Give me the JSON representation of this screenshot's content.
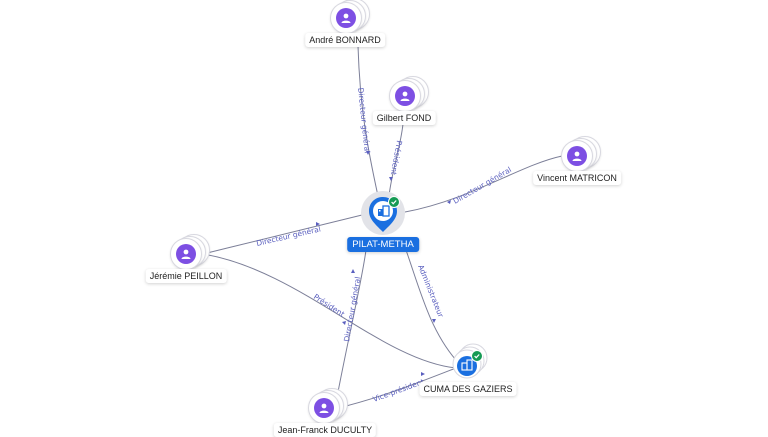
{
  "center": {
    "name": "PILAT-METHA",
    "verified": true,
    "color": "#1a6fe0"
  },
  "company2": {
    "name": "CUMA DES GAZIERS",
    "verified": true,
    "color": "#1a6fe0"
  },
  "persons": {
    "andre": {
      "name": "André BONNARD"
    },
    "gilbert": {
      "name": "Gilbert FOND"
    },
    "vincent": {
      "name": "Vincent MATRICON"
    },
    "jeremie": {
      "name": "Jérémie PEILLON"
    },
    "jeanfranck": {
      "name": "Jean-Franck DUCULTY"
    }
  },
  "relations": {
    "andre_dg": "Directeur général",
    "gilbert_pres": "Président",
    "vincent_dg": "Directeur général",
    "jeremie_dg": "Directeur général",
    "jeremie_pres": "Président",
    "jeanfranck_dg": "Directeur général",
    "jeanfranck_vp": "Vice-président",
    "cuma_admin": "Administrateur"
  },
  "colors": {
    "person_avatar": "#7d4fe3",
    "verified_badge": "#159a54",
    "edge": "#7c7f98",
    "edge_label": "#5a5fbf"
  },
  "icons": {
    "person": "person-icon",
    "company": "building-icon",
    "verified": "check-icon"
  }
}
